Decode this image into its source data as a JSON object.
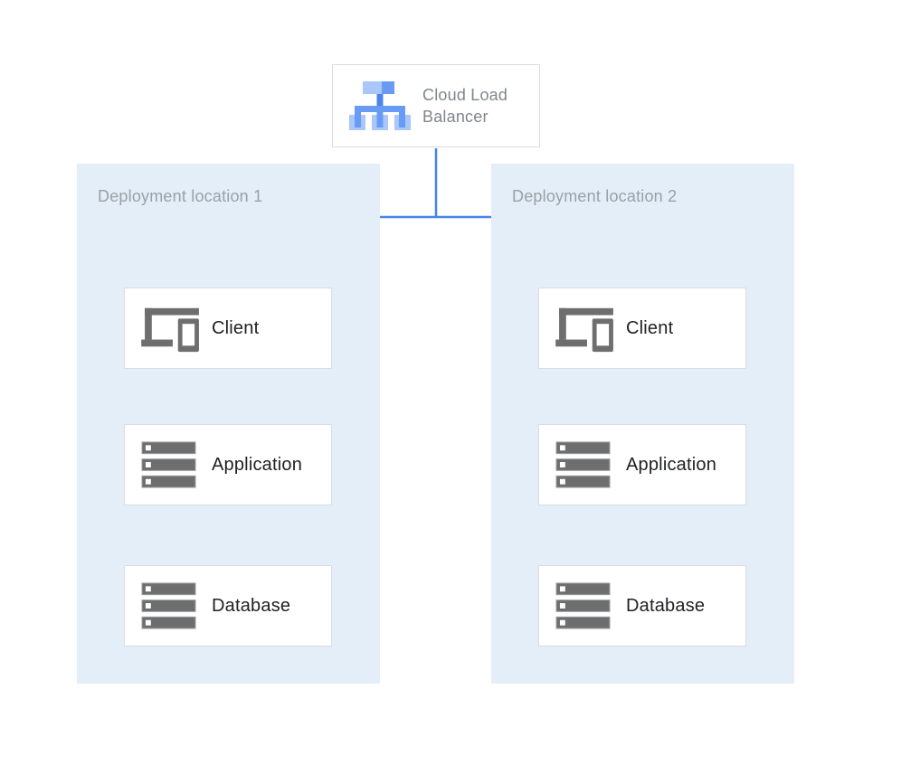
{
  "colors": {
    "arrow_blue": "#4683EC",
    "panel_bg": "#E4EEF8",
    "box_bg": "#FFFFFF",
    "box_border": "#DADCE0",
    "panel_label_text": "#9AA0A6",
    "lb_label_text": "#80868B",
    "node_label_text": "#202124",
    "icon_gray": "#6E6E6E",
    "icon_gray_outline": "#9DA1A6",
    "lb_icon_light": "#A9C7F9",
    "lb_icon_mid": "#679BF4",
    "lb_icon_stem": "#4C84EE"
  },
  "load_balancer": {
    "label": "Cloud Load Balancer",
    "icon": "load-balancer-icon"
  },
  "panels": [
    {
      "label": "Deployment location 1",
      "nodes": [
        {
          "label": "Client",
          "icon": "client-devices-icon"
        },
        {
          "label": "Application",
          "icon": "server-stack-icon"
        },
        {
          "label": "Database",
          "icon": "server-stack-icon"
        }
      ]
    },
    {
      "label": "Deployment location 2",
      "nodes": [
        {
          "label": "Client",
          "icon": "client-devices-icon"
        },
        {
          "label": "Application",
          "icon": "server-stack-icon"
        },
        {
          "label": "Database",
          "icon": "server-stack-icon"
        }
      ]
    }
  ]
}
